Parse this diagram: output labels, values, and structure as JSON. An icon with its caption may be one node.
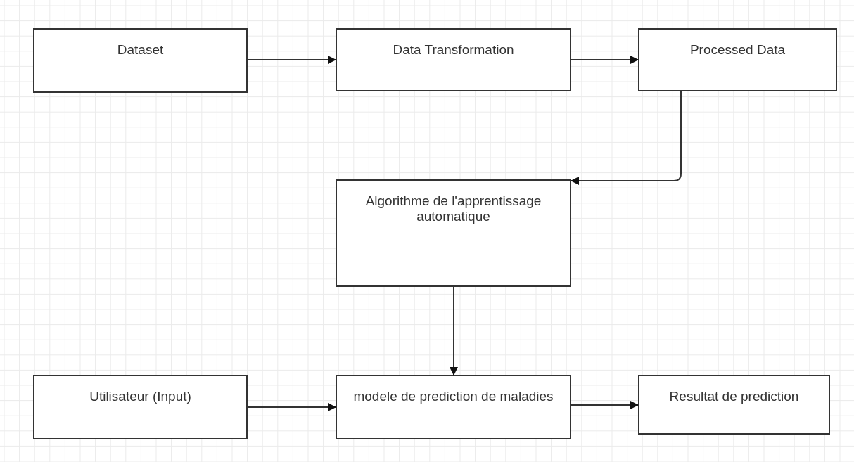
{
  "diagram": {
    "nodes": [
      {
        "text": [
          "Dataset"
        ]
      },
      {
        "text": [
          "Data Transformation"
        ]
      },
      {
        "text": [
          "Processed Data"
        ]
      },
      {
        "text": [
          "Algorithme de l'apprentissage automatique"
        ]
      },
      {
        "text": [
          "Utilisateur (Input)"
        ]
      },
      {
        "text": [
          "modele de prediction de maladies"
        ]
      },
      {
        "text": [
          "Resultat de prediction"
        ]
      }
    ],
    "edges": [
      {
        "from": 0,
        "to": 1,
        "arrow": "to"
      },
      {
        "from": 1,
        "to": 2,
        "arrow": "to"
      },
      {
        "from": 2,
        "to": 3,
        "arrow": "to"
      },
      {
        "from": 3,
        "to": 5,
        "arrow": "to"
      },
      {
        "from": 4,
        "to": 5,
        "arrow": "to"
      },
      {
        "from": 5,
        "to": 6,
        "arrow": "to"
      }
    ]
  }
}
